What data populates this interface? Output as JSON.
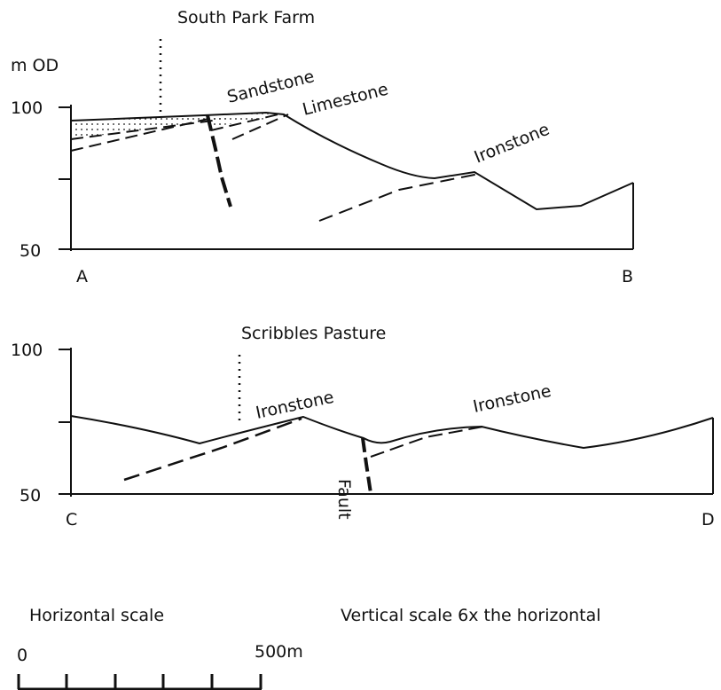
{
  "diagram": {
    "section1": {
      "units_label": "m OD",
      "y_tick_labels": [
        "100",
        "50"
      ],
      "start_label": "A",
      "end_label": "B",
      "place_label": "South Park Farm",
      "beds": [
        "Sandstone",
        "Limestone",
        "Ironstone"
      ]
    },
    "section2": {
      "y_tick_labels": [
        "100",
        "50"
      ],
      "start_label": "C",
      "end_label": "D",
      "place_label": "Scribbles Pasture",
      "beds": [
        "Ironstone",
        "Ironstone"
      ],
      "fault_label": "Fault"
    },
    "scale": {
      "horizontal_label": "Horizontal scale",
      "vertical_note": "Vertical scale 6x the horizontal",
      "zero_label": "0",
      "max_label": "500m"
    }
  }
}
